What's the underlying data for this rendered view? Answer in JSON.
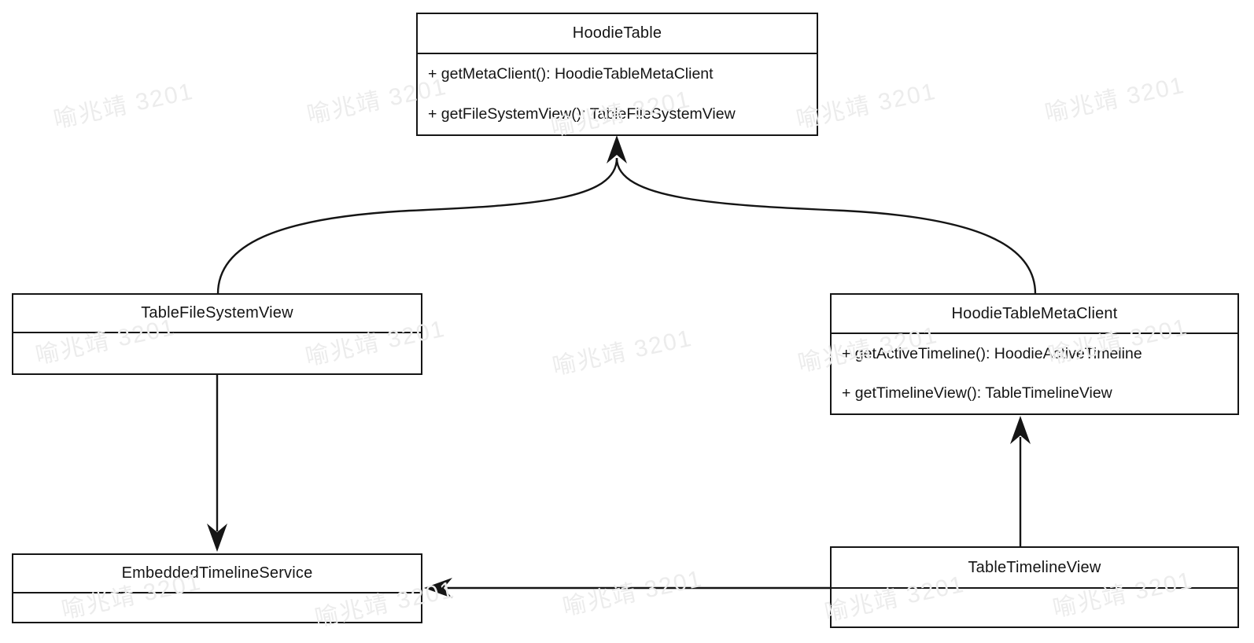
{
  "watermark": {
    "text": "喻兆靖 3201",
    "color": "#ececec"
  },
  "colors": {
    "background": "#ffffff",
    "line": "#151515",
    "text": "#141414"
  },
  "classes": [
    {
      "name": "HoodieTable",
      "methods": [
        "+ getMetaClient(): HoodieTableMetaClient",
        "+ getFileSystemView(): TableFileSystemView"
      ]
    },
    {
      "name": "TableFileSystemView",
      "methods": []
    },
    {
      "name": "HoodieTableMetaClient",
      "methods": [
        "+ getActiveTimeline(): HoodieActiveTimeline",
        "+ getTimelineView(): TableTimelineView"
      ]
    },
    {
      "name": "EmbeddedTimelineService",
      "methods": []
    },
    {
      "name": "TableTimelineView",
      "methods": []
    }
  ],
  "relations": [
    {
      "from": "TableFileSystemView",
      "to": "HoodieTable",
      "style": "curved",
      "arrowhead": "at HoodieTable bottom center"
    },
    {
      "from": "HoodieTableMetaClient",
      "to": "HoodieTable",
      "style": "curved",
      "arrowhead": "at HoodieTable bottom center"
    },
    {
      "from": "TableFileSystemView",
      "to": "EmbeddedTimelineService",
      "style": "straight-vertical",
      "arrowhead": "at EmbeddedTimelineService top"
    },
    {
      "from": "TableTimelineView",
      "to": "HoodieTableMetaClient",
      "style": "straight-vertical",
      "arrowhead": "at HoodieTableMetaClient bottom"
    },
    {
      "from": "TableTimelineView",
      "to": "EmbeddedTimelineService",
      "style": "straight-horizontal",
      "arrowhead": "at EmbeddedTimelineService right"
    }
  ]
}
